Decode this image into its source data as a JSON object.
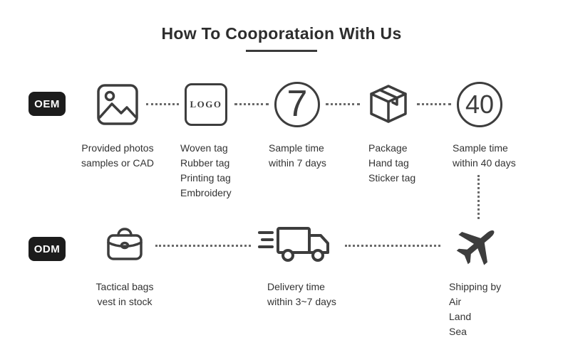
{
  "title": {
    "text": "How To Cooporataion With Us"
  },
  "oem": {
    "badge": "OEM",
    "steps": [
      {
        "icon": "photo-icon",
        "lines": [
          "Provided photos",
          "samples or CAD"
        ]
      },
      {
        "icon": "logo-tag-icon",
        "logo_label": "LOGO",
        "lines": [
          "Woven tag",
          "Rubber tag",
          "Printing tag",
          "Embroidery"
        ]
      },
      {
        "icon": "circle-7-icon",
        "number": "7",
        "lines": [
          "Sample time",
          "within 7 days"
        ]
      },
      {
        "icon": "package-icon",
        "lines": [
          "Package",
          "Hand tag",
          "Sticker tag"
        ]
      },
      {
        "icon": "circle-40-icon",
        "number": "40",
        "lines": [
          "Sample time",
          "within 40 days"
        ]
      }
    ]
  },
  "odm": {
    "badge": "ODM",
    "steps": [
      {
        "icon": "bag-icon",
        "lines": [
          "Tactical bags",
          "vest in stock"
        ]
      },
      {
        "icon": "delivery-truck-icon",
        "lines": [
          "Delivery time",
          "within 3~7 days"
        ]
      },
      {
        "icon": "airplane-icon",
        "lines": [
          "Shipping by",
          "Air",
          "Land",
          "Sea"
        ]
      }
    ]
  },
  "colors": {
    "ink": "#3d3d3d",
    "badge_bg": "#1c1c1c",
    "background": "#ffffff"
  }
}
